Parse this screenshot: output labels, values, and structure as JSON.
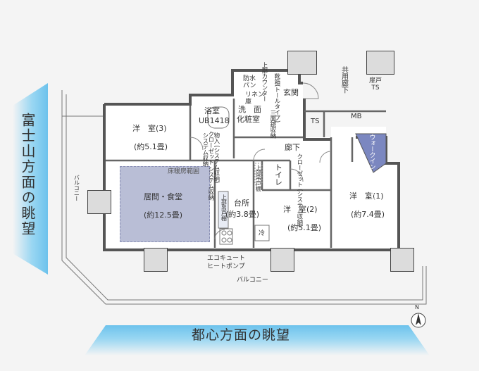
{
  "views": {
    "left_caption": "富士山方面の眺望",
    "bottom_caption": "都心方面の眺望"
  },
  "rooms": {
    "western3": {
      "name": "洋　室(3)",
      "size": "(約5.1畳)"
    },
    "living": {
      "name": "居間・食堂",
      "size": "(約12.5畳)"
    },
    "floor_heating": "床暖房範囲",
    "bath": {
      "name": "浴室",
      "code": "UB1418"
    },
    "washroom": {
      "line1": "洗　面",
      "line2": "化粧室"
    },
    "kitchen": {
      "name": "台所",
      "size": "(約3.8畳)"
    },
    "western2": {
      "name": "洋　室(2)",
      "size": "(約5.1畳)"
    },
    "western1": {
      "name": "洋　室(1)",
      "size": "(約7.4畳)"
    },
    "entrance": "玄関",
    "hallway": "廊下",
    "toilet": "トイレ",
    "shared_corridor": "共用廊下",
    "walkin": "ウォークイン\nクローゼット"
  },
  "labels": {
    "ts1": "TS",
    "ts2": "TS",
    "mb": "MB",
    "door_ts": "扉戸\nTS",
    "balcony_bottom": "バルコニー",
    "balcony_left": "バルコニー",
    "ecocute_line1": "エコキュート",
    "ecocute_line2": "ヒートポンプ",
    "waterproof_pan": "防水\nパン",
    "linen": "リネン\n庫",
    "upper_counter": "上部カウンター",
    "shoe_cabinet": "靴箱(トールタイプ)",
    "triple_mirror": "三面鏡収納",
    "system_storage_1": "システム収納",
    "system_storage_2": "クローゼット\nシステム収納",
    "system_storage_3": "クローゼット\n(システム収納)",
    "mono_storage": "物入\n(システム収納)",
    "upper_shelf_1": "上部吊戸棚",
    "upper_shelf_2": "上部吊戸棚",
    "fridge": "冷",
    "north_mark": "N"
  }
}
